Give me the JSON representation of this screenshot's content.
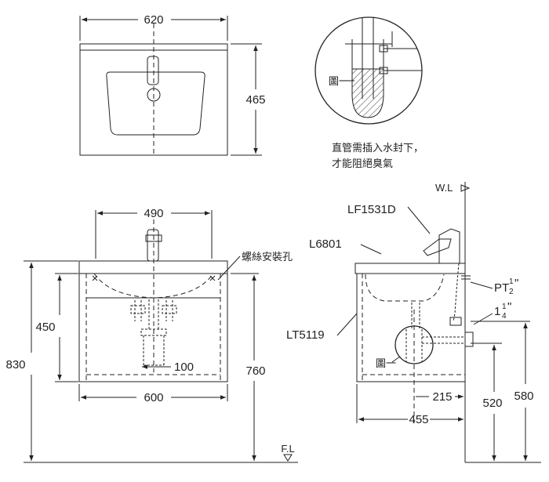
{
  "top_view": {
    "width_label": "620",
    "depth_label": "465"
  },
  "detail": {
    "callout": "圖一",
    "note_line1": "直管需插入水封下，",
    "note_line2": "才能阻絕臭氣"
  },
  "front_view": {
    "top_width": "490",
    "bottom_width": "600",
    "trap_width": "100",
    "basin_height": "450",
    "total_height": "830",
    "cabinet_height": "760",
    "screw_hole_label": "螺絲安裝孔"
  },
  "side_view": {
    "water_level": "W.L",
    "faucet_model": "LF1531D",
    "basin_model": "L6801",
    "cabinet_model": "LT5119",
    "callout": "圖一",
    "pt_label": "PT",
    "pt_num": "1",
    "pt_den": "2",
    "pipe_whole": "1",
    "pipe_num": "1",
    "pipe_den": "4",
    "inch_mark": "\"",
    "depth": "455",
    "drain_offset": "215",
    "drain_height": "520",
    "supply_height": "580",
    "floor_level": "F.L"
  }
}
